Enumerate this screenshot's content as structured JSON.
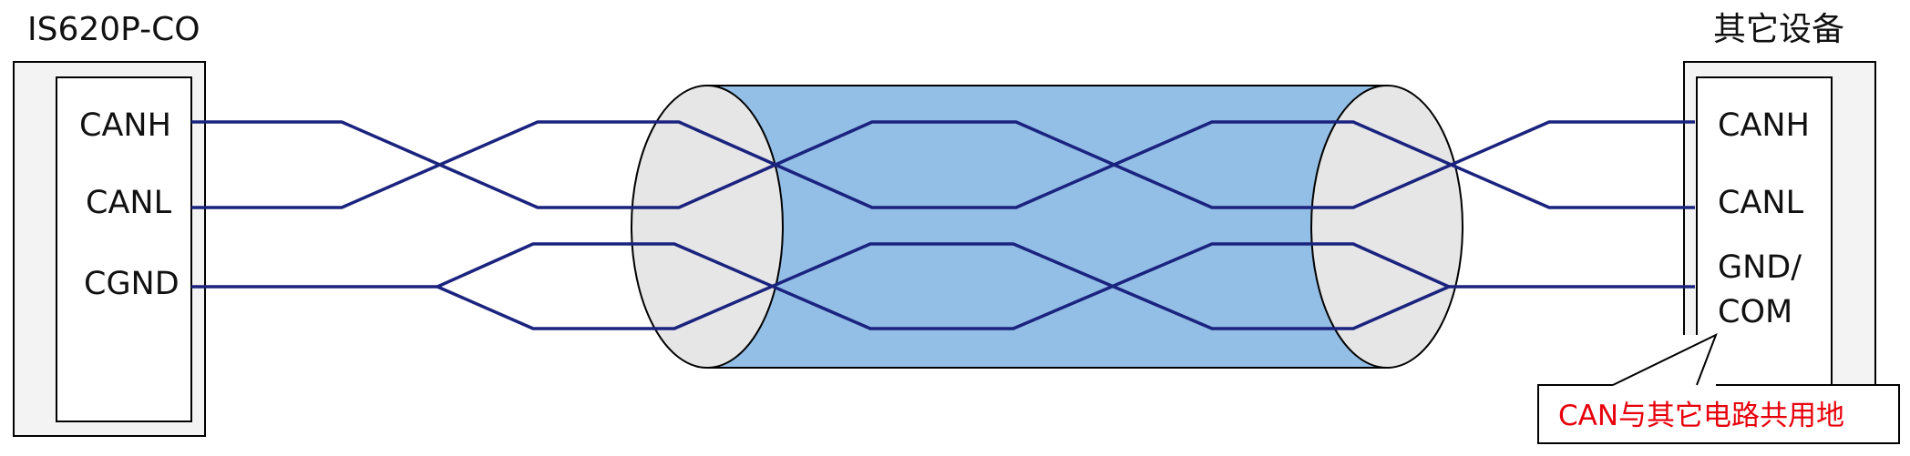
{
  "left_device": {
    "title": "IS620P-CO",
    "pins": [
      "CANH",
      "CANL",
      "CGND"
    ]
  },
  "right_device": {
    "title": "其它设备",
    "pins": [
      "CANH",
      "CANL",
      "GND/",
      "COM"
    ]
  },
  "callout": {
    "text": "CAN与其它电路共用地",
    "color": "#e8000b"
  },
  "colors": {
    "wire": "#1a237e",
    "cable_body": "#93bee6",
    "cable_end": "#e6e6e6",
    "device_fill": "#f3f3f3",
    "outline": "#000000"
  }
}
